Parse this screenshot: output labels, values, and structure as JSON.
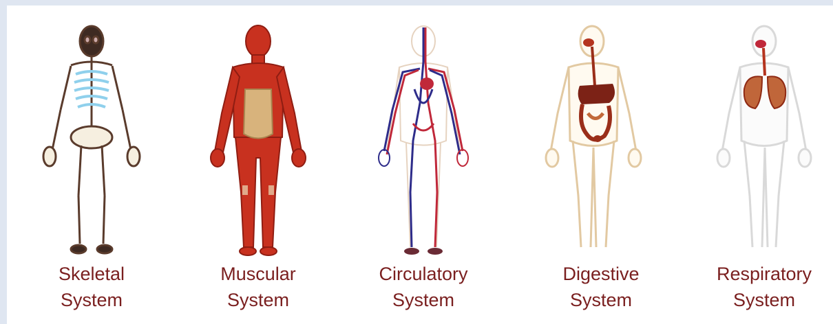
{
  "figures": [
    {
      "line1": "Skeletal",
      "line2": "System",
      "color": "#6b4a3a"
    },
    {
      "line1": "Muscular",
      "line2": "System",
      "color": "#c8311f"
    },
    {
      "line1": "Circulatory",
      "line2": "System",
      "color": "#3b2a6e"
    },
    {
      "line1": "Digestive",
      "line2": "System",
      "color": "#8a2a1c"
    },
    {
      "line1": "Respiratory",
      "line2": "System",
      "color": "#b5341f"
    }
  ],
  "colors": {
    "caption": "#7a1f1f",
    "outline": "#e2c9a2",
    "bone": "#f3ecdc",
    "rib": "#8fd0ec",
    "muscle": "#c8311f",
    "abs": "#d8b37c",
    "vein": "#2e2c8a",
    "artery": "#c0283a",
    "organ": "#9a2e1a"
  }
}
